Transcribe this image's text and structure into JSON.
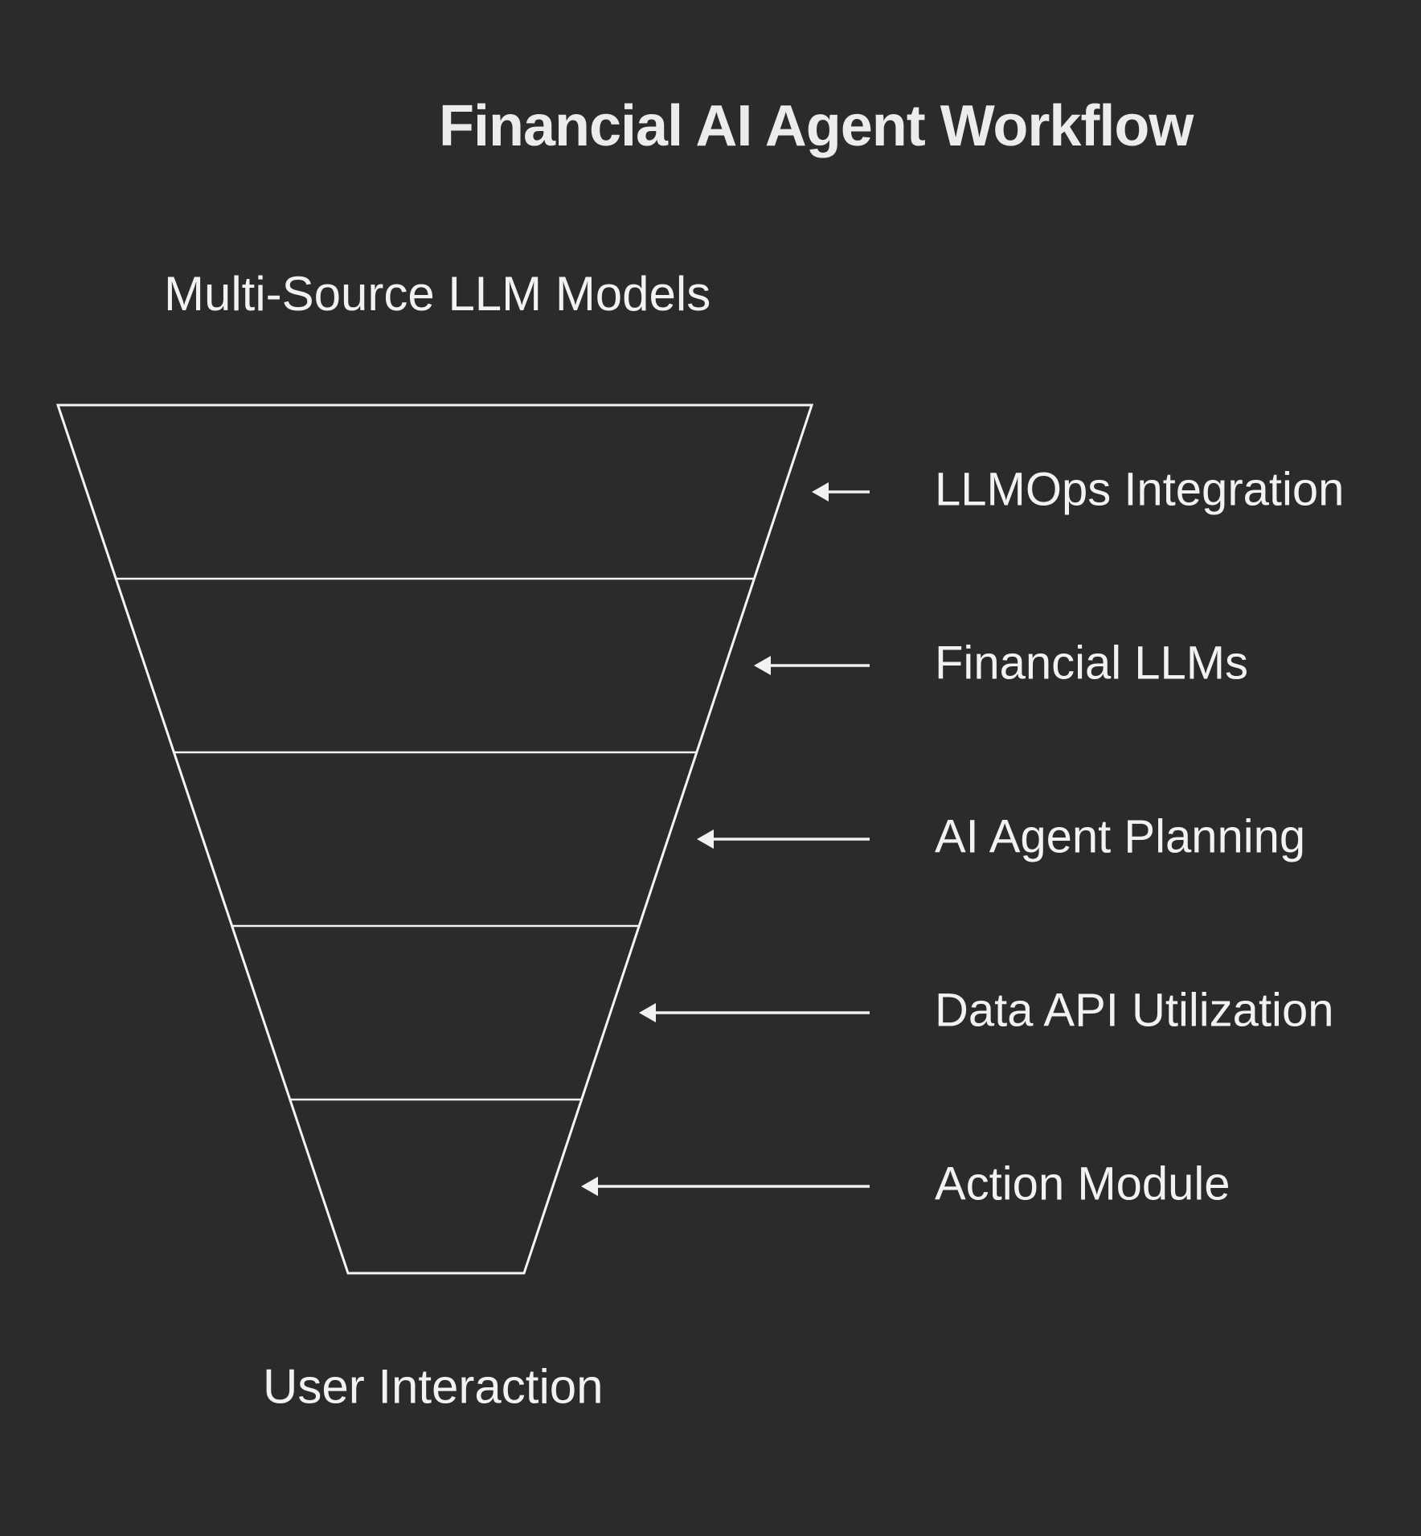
{
  "title": "Financial AI Agent Workflow",
  "funnel": {
    "top_label": "Multi-Source LLM Models",
    "bottom_label": "User Interaction",
    "stages": [
      {
        "label": "LLMOps Integration"
      },
      {
        "label": "Financial LLMs"
      },
      {
        "label": "AI Agent Planning"
      },
      {
        "label": "Data API Utilization"
      },
      {
        "label": "Action Module"
      }
    ]
  },
  "colors": {
    "background": "#2b2b2b",
    "line": "#f5f5f5",
    "text": "#f2f2f2",
    "title_text": "#ececec"
  }
}
